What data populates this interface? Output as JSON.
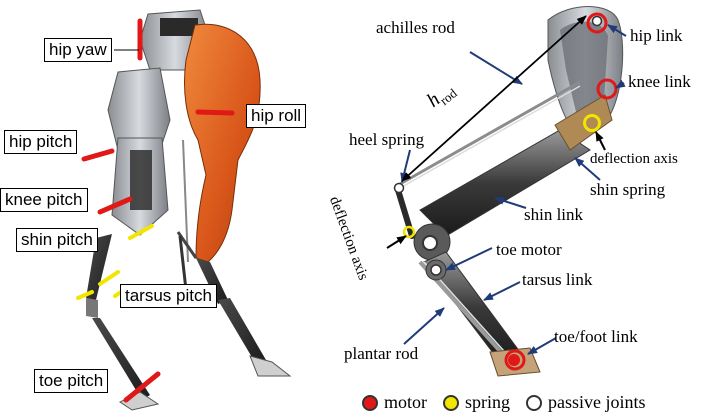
{
  "left_labels": {
    "hip_yaw": "hip yaw",
    "hip_roll": "hip roll",
    "hip_pitch": "hip pitch",
    "knee_pitch": "knee pitch",
    "shin_pitch": "shin pitch",
    "tarsus_pitch": "tarsus pitch",
    "toe_pitch": "toe pitch"
  },
  "right_labels": {
    "achilles_rod": "achilles rod",
    "h_rod_main": "h",
    "h_rod_sub": "rod",
    "hip_link": "hip link",
    "knee_link": "knee link",
    "heel_spring": "heel spring",
    "deflection_axis_right": "deflection axis",
    "shin_spring": "shin spring",
    "shin_link": "shin link",
    "deflection_axis_left": "deflection axis",
    "toe_motor": "toe motor",
    "tarsus_link": "tarsus link",
    "toe_foot_link": "toe/foot link",
    "plantar_rod": "plantar rod"
  },
  "legend": {
    "motor": "motor",
    "spring": "spring",
    "passive": "passive joints"
  },
  "colors": {
    "motor": "#e01818",
    "spring": "#f2e600",
    "passive": "#ffffff",
    "arrow": "#1f3c78",
    "robot_orange": "#e2641e",
    "robot_gray": "#b8bcc2",
    "robot_dark": "#2b2b2b"
  }
}
